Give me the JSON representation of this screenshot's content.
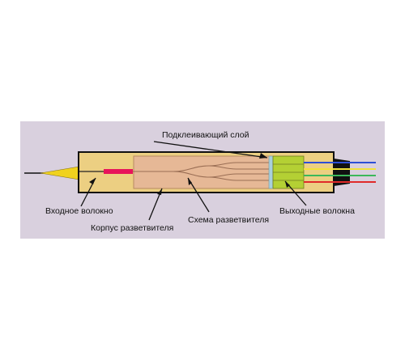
{
  "diagram": {
    "labels": {
      "adhesive_layer": "Подклеивающий слой",
      "input_fiber": "Входное волокно",
      "splitter_body": "Корпус разветвителя",
      "splitter_circuit": "Схема разветвителя",
      "output_fibers": "Выходные волокна"
    },
    "colors": {
      "panel_bg": "#d9d0de",
      "housing": "#eccf82",
      "chip": "#e6b896",
      "boot": "#f0d21e",
      "red_sleeve": "#e8145a",
      "adhesive": "#a9d0dc",
      "output_block": "#b4d034",
      "ribbon_end": "#111111"
    },
    "output_fiber_colors": [
      "#2e4fd6",
      "#f2e23a",
      "#3cb85a",
      "#e02a2a"
    ]
  }
}
